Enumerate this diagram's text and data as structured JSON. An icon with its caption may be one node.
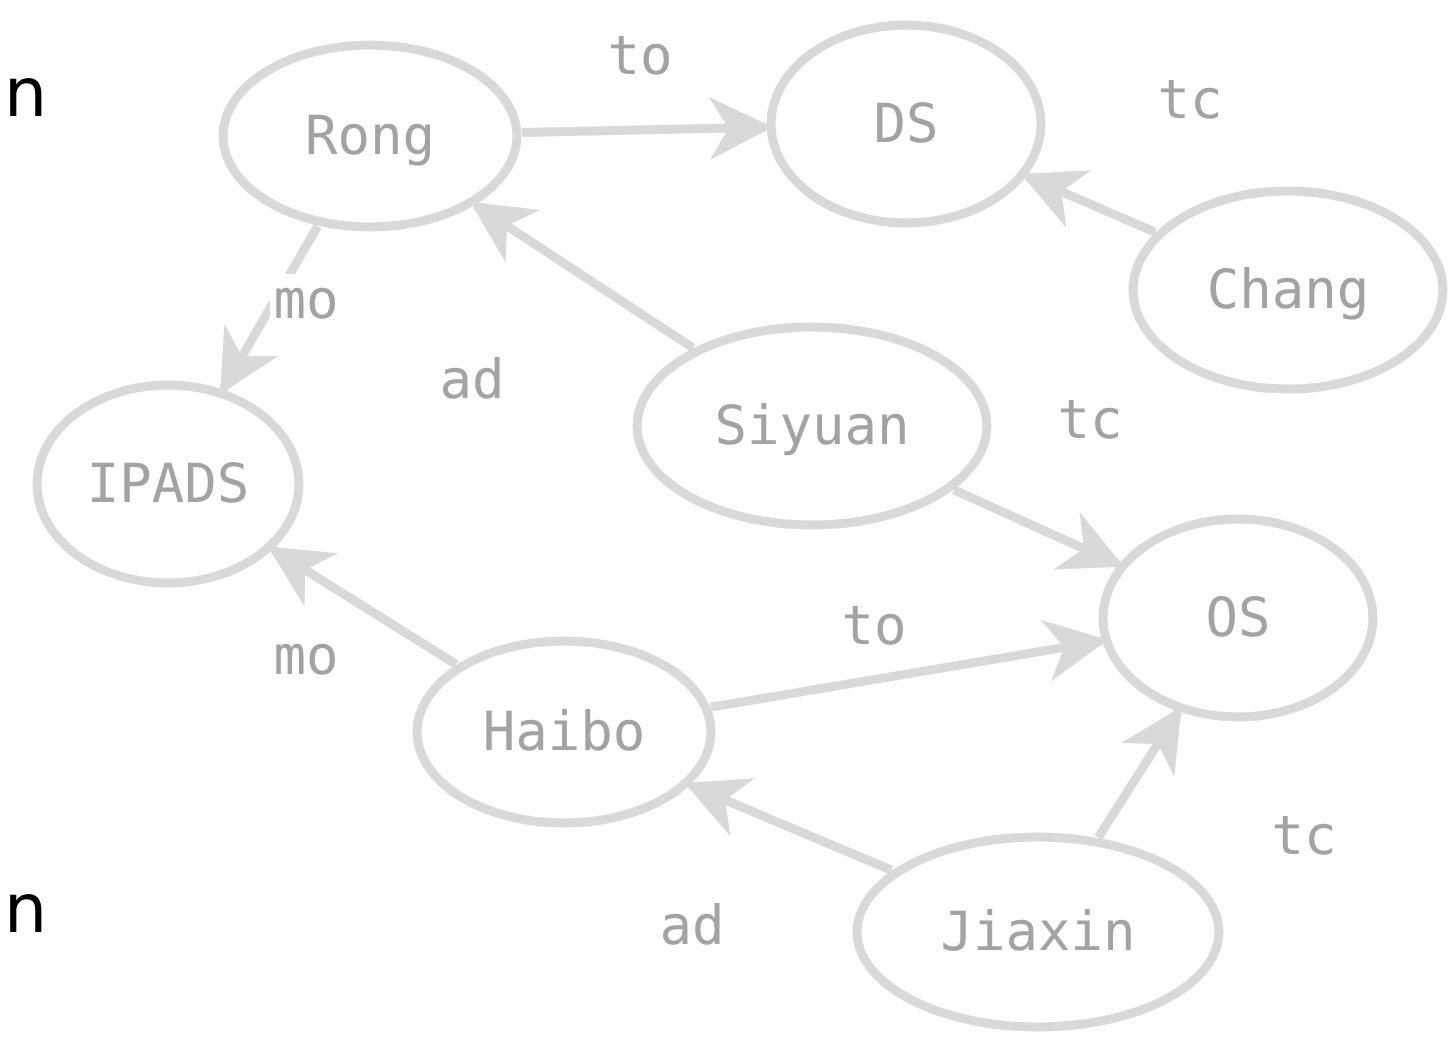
{
  "diagram": {
    "nodes": [
      {
        "text": [
          "Rong"
        ]
      },
      {
        "text": [
          "DS"
        ]
      },
      {
        "text": [
          "Chang"
        ]
      },
      {
        "text": [
          "Siyuan"
        ]
      },
      {
        "text": [
          "IPADS"
        ]
      },
      {
        "text": [
          "OS"
        ]
      },
      {
        "text": [
          "Haibo"
        ]
      },
      {
        "text": [
          "Jiaxin"
        ]
      }
    ],
    "edges": [
      {
        "from": 0,
        "to": 1,
        "arrow": "to",
        "label": "to"
      },
      {
        "from": 2,
        "to": 1,
        "arrow": "to",
        "label": "tc"
      },
      {
        "from": 0,
        "to": 4,
        "arrow": "to",
        "label": "mo"
      },
      {
        "from": 3,
        "to": 0,
        "arrow": "to",
        "label": "ad"
      },
      {
        "from": 3,
        "to": 5,
        "arrow": "to",
        "label": "tc"
      },
      {
        "from": 6,
        "to": 4,
        "arrow": "to",
        "label": "mo"
      },
      {
        "from": 6,
        "to": 5,
        "arrow": "to",
        "label": "to"
      },
      {
        "from": 7,
        "to": 6,
        "arrow": "to",
        "label": "ad"
      },
      {
        "from": 7,
        "to": 5,
        "arrow": "to",
        "label": "tc"
      }
    ],
    "labels": [
      "n",
      "n"
    ]
  }
}
